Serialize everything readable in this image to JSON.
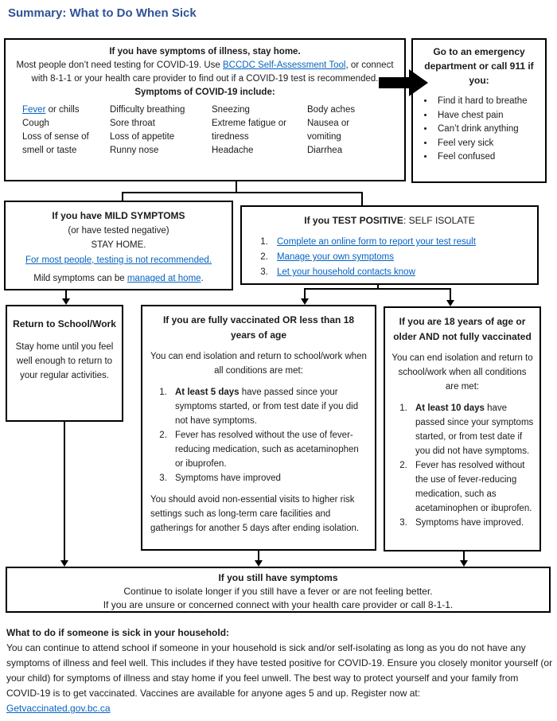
{
  "colors": {
    "title": "#2F5496",
    "link": "#0563C1"
  },
  "page": {
    "title": "Summary: What to Do When Sick"
  },
  "top_box": {
    "heading": "If you have symptoms of illness, stay home.",
    "intro_pre": "Most people don’t need testing for COVID-19. Use ",
    "intro_link": "BCCDC Self-Assessment Tool",
    "intro_post": ", or connect with 8-1-1 or your health care provider to find out if a COVID-19 test is recommended.",
    "symptoms_heading": "Symptoms of COVID-19 include:",
    "symptoms": {
      "fever_link": "Fever",
      "fever_rest": " or chills",
      "col1": [
        "Cough",
        "Loss of sense of smell or taste"
      ],
      "col2": [
        "Difficulty breathing",
        "Sore throat",
        "Loss of appetite",
        "Runny nose"
      ],
      "col3": [
        "Sneezing",
        "Extreme fatigue or tiredness",
        "Headache"
      ],
      "col4": [
        "Body aches",
        "Nausea or vomiting",
        "Diarrhea"
      ]
    }
  },
  "emergency_box": {
    "heading": "Go to an emergency department or call 911 if you:",
    "bullets": [
      "Find it hard to breathe",
      "Have chest pain",
      "Can’t drink anything",
      "Feel very sick",
      "Feel confused"
    ]
  },
  "mild_box": {
    "heading": "If you have MILD SYMPTOMS",
    "line2": "(or have tested negative)",
    "line3": "STAY HOME.",
    "testing_link": "For most people, testing is not recommended.",
    "managed_pre": "Mild symptoms can be ",
    "managed_link": "managed at home",
    "managed_post": "."
  },
  "positive_box": {
    "heading_bold": "If you TEST POSITIVE",
    "heading_rest": ": SELF ISOLATE",
    "steps": [
      "Complete an online form to report your test result",
      "Manage your own symptoms",
      "Let your household contacts know"
    ]
  },
  "return_box": {
    "heading": "Return to School/Work",
    "body": "Stay home until you feel well enough to return to your regular activities."
  },
  "vaccinated_box": {
    "heading": "If you are fully vaccinated OR less than 18 years of age",
    "intro": "You can end isolation and return to school/work when all conditions are met:",
    "item1_bold": "At least 5 days",
    "item1_rest": " have passed since your symptoms started, or from test date if you did not have symptoms.",
    "item2": "Fever has resolved without the use of fever-reducing medication, such as acetaminophen or ibuprofen.",
    "item3": "Symptoms have improved",
    "footer": "You should avoid non-essential visits to higher risk settings such as long-term care facilities and gatherings for another 5 days after ending isolation."
  },
  "unvaccinated_box": {
    "heading": "If you are 18 years of age or older AND not fully vaccinated",
    "intro": "You can end isolation and return to school/work when all conditions are met:",
    "item1_bold": "At least 10 days",
    "item1_rest": " have passed since your symptoms started, or from test date if you did not have symptoms.",
    "item2": "Fever has resolved without the use of fever-reducing medication, such as acetaminophen or ibuprofen.",
    "item3": "Symptoms have improved."
  },
  "still_symptoms_box": {
    "heading": "If you still have symptoms",
    "line1": "Continue to isolate longer if you still have a fever or are not feeling better.",
    "line2": "If you are unsure or concerned connect with your health care provider or call 8-1-1."
  },
  "household": {
    "heading": "What to do if someone is sick in your household:",
    "body": "You can continue to attend school if someone in your household is sick and/or self-isolating as long as you do not have any symptoms of illness and feel well. This includes if they have tested positive for COVID-19. Ensure you closely monitor yourself (or your child) for symptoms of illness and stay home if you feel unwell. The best way to protect yourself and your family from COVID-19 is to get vaccinated. Vaccines are available for anyone ages 5 and up. Register now at:",
    "link": "Getvaccinated.gov.bc.ca"
  }
}
